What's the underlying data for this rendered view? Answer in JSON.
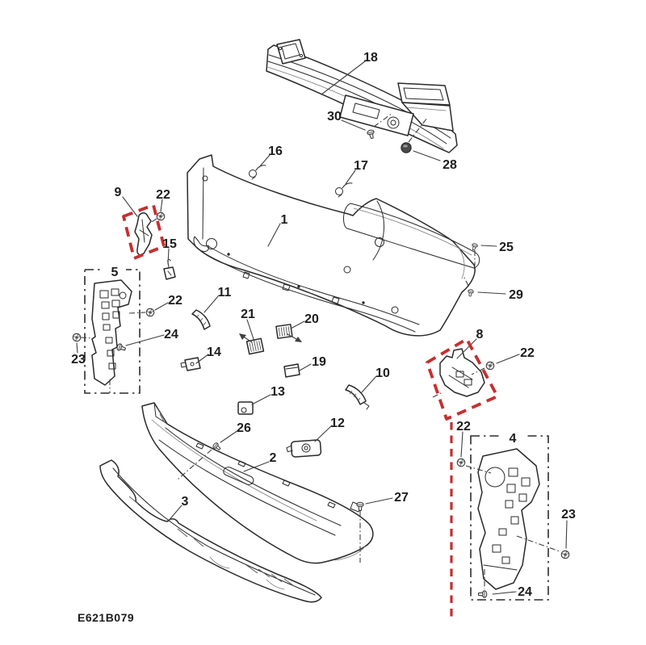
{
  "diagram": {
    "code": "E621B079"
  },
  "colors": {
    "line": "#2a2a2a",
    "accent_red": "#c62f2f",
    "background": "#ffffff"
  },
  "callouts": [
    {
      "id": "18",
      "label": "18"
    },
    {
      "id": "30",
      "label": "30"
    },
    {
      "id": "28",
      "label": "28"
    },
    {
      "id": "16",
      "label": "16"
    },
    {
      "id": "17",
      "label": "17"
    },
    {
      "id": "9",
      "label": "9"
    },
    {
      "id": "22-a",
      "label": "22"
    },
    {
      "id": "15",
      "label": "15"
    },
    {
      "id": "1",
      "label": "1"
    },
    {
      "id": "25",
      "label": "25"
    },
    {
      "id": "29",
      "label": "29"
    },
    {
      "id": "5",
      "label": "5"
    },
    {
      "id": "22-b",
      "label": "22"
    },
    {
      "id": "11",
      "label": "11"
    },
    {
      "id": "21",
      "label": "21"
    },
    {
      "id": "20",
      "label": "20"
    },
    {
      "id": "24-a",
      "label": "24"
    },
    {
      "id": "23-a",
      "label": "23"
    },
    {
      "id": "14",
      "label": "14"
    },
    {
      "id": "19",
      "label": "19"
    },
    {
      "id": "13",
      "label": "13"
    },
    {
      "id": "10",
      "label": "10"
    },
    {
      "id": "8",
      "label": "8"
    },
    {
      "id": "22-c",
      "label": "22"
    },
    {
      "id": "22-d",
      "label": "22"
    },
    {
      "id": "4",
      "label": "4"
    },
    {
      "id": "26",
      "label": "26"
    },
    {
      "id": "12",
      "label": "12"
    },
    {
      "id": "2",
      "label": "2"
    },
    {
      "id": "3",
      "label": "3"
    },
    {
      "id": "27",
      "label": "27"
    },
    {
      "id": "23-b",
      "label": "23"
    },
    {
      "id": "24-b",
      "label": "24"
    }
  ]
}
